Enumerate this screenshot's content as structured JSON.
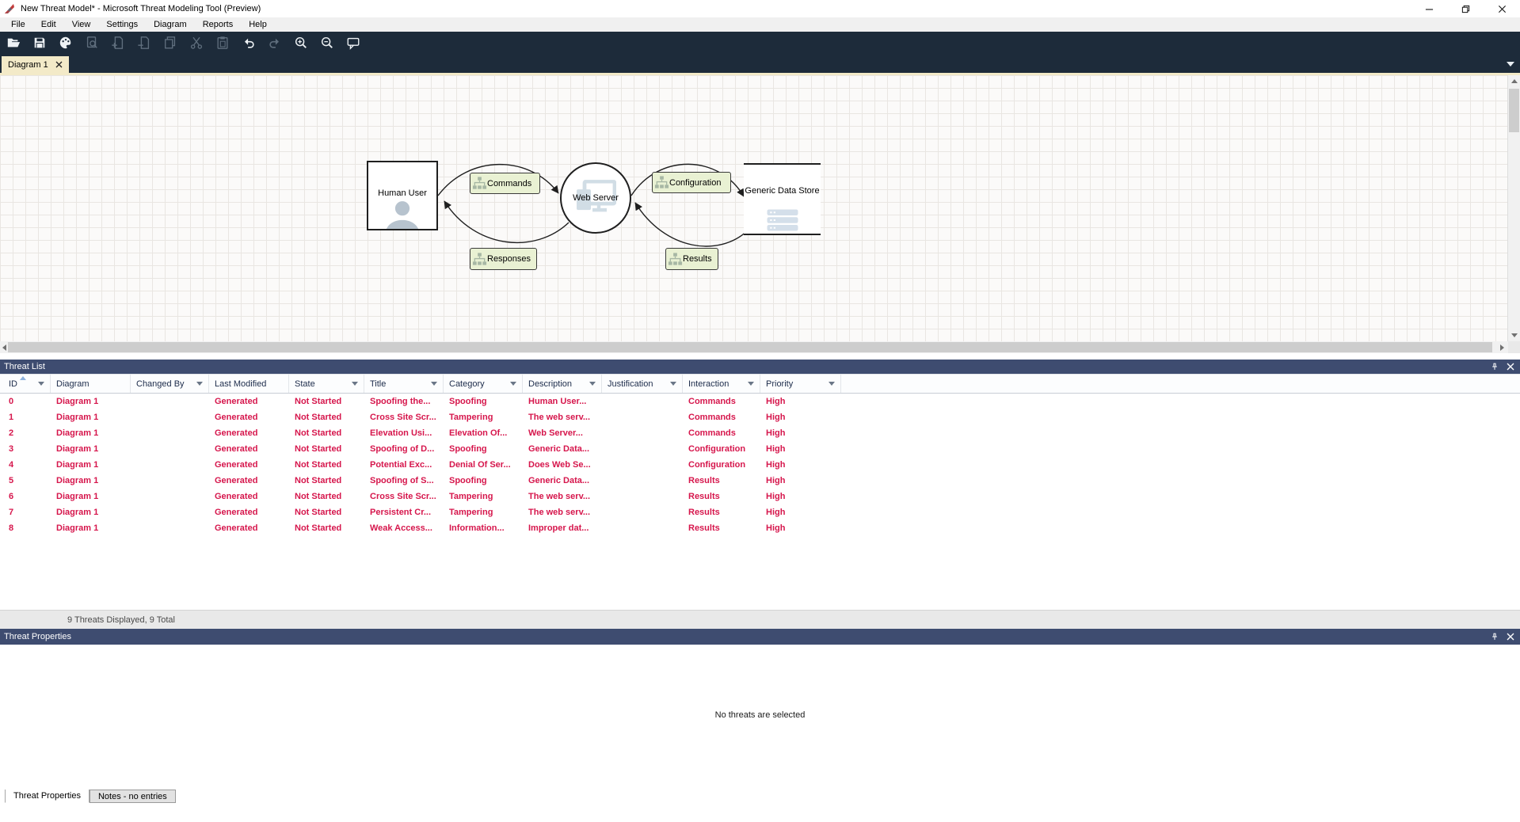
{
  "window": {
    "title": "New Threat Model* - Microsoft Threat Modeling Tool  (Preview)",
    "logo_icon": "threat-modeling-tool-logo"
  },
  "menu": {
    "items": [
      "File",
      "Edit",
      "View",
      "Settings",
      "Diagram",
      "Reports",
      "Help"
    ]
  },
  "toolbar": {
    "icons": [
      {
        "name": "open-icon",
        "enabled": true
      },
      {
        "name": "save-icon",
        "enabled": true
      },
      {
        "name": "stencils-icon",
        "enabled": true
      },
      {
        "name": "analysis-view-icon",
        "enabled": false
      },
      {
        "name": "add-diagram-icon",
        "enabled": false
      },
      {
        "name": "remove-diagram-icon",
        "enabled": false
      },
      {
        "name": "copy-icon",
        "enabled": false
      },
      {
        "name": "cut-icon",
        "enabled": false
      },
      {
        "name": "paste-icon",
        "enabled": false
      },
      {
        "name": "undo-icon",
        "enabled": true
      },
      {
        "name": "redo-icon",
        "enabled": false
      },
      {
        "name": "zoom-in-icon",
        "enabled": true
      },
      {
        "name": "zoom-out-icon",
        "enabled": true
      },
      {
        "name": "feedback-icon",
        "enabled": true
      }
    ]
  },
  "tabs": {
    "active_tab": "Diagram 1"
  },
  "diagram": {
    "nodes": [
      {
        "type": "external-interactor",
        "label": "Human User"
      },
      {
        "type": "process",
        "label": "Web Server"
      },
      {
        "type": "data-store",
        "label": "Generic Data Store"
      }
    ],
    "flows": [
      {
        "label": "Commands"
      },
      {
        "label": "Responses"
      },
      {
        "label": "Configuration"
      },
      {
        "label": "Results"
      }
    ]
  },
  "threat_list": {
    "title": "Threat List",
    "columns": [
      {
        "label": "ID",
        "filter": true,
        "sorted": "asc"
      },
      {
        "label": "Diagram",
        "filter": false
      },
      {
        "label": "Changed By",
        "filter": true
      },
      {
        "label": "Last Modified",
        "filter": false
      },
      {
        "label": "State",
        "filter": true
      },
      {
        "label": "Title",
        "filter": true
      },
      {
        "label": "Category",
        "filter": true
      },
      {
        "label": "Description",
        "filter": true
      },
      {
        "label": "Justification",
        "filter": true
      },
      {
        "label": "Interaction",
        "filter": true
      },
      {
        "label": "Priority",
        "filter": true
      }
    ],
    "rows": [
      {
        "id": "0",
        "diagram": "Diagram 1",
        "changed_by": "",
        "last_modified": "Generated",
        "state": "Not Started",
        "title": "Spoofing the...",
        "category": "Spoofing",
        "description": "Human User...",
        "justification": "",
        "interaction": "Commands",
        "priority": "High"
      },
      {
        "id": "1",
        "diagram": "Diagram 1",
        "changed_by": "",
        "last_modified": "Generated",
        "state": "Not Started",
        "title": "Cross Site Scr...",
        "category": "Tampering",
        "description": "The web serv...",
        "justification": "",
        "interaction": "Commands",
        "priority": "High"
      },
      {
        "id": "2",
        "diagram": "Diagram 1",
        "changed_by": "",
        "last_modified": "Generated",
        "state": "Not Started",
        "title": "Elevation Usi...",
        "category": "Elevation Of...",
        "description": "Web Server...",
        "justification": "",
        "interaction": "Commands",
        "priority": "High"
      },
      {
        "id": "3",
        "diagram": "Diagram 1",
        "changed_by": "",
        "last_modified": "Generated",
        "state": "Not Started",
        "title": "Spoofing of D...",
        "category": "Spoofing",
        "description": "Generic Data...",
        "justification": "",
        "interaction": "Configuration",
        "priority": "High"
      },
      {
        "id": "4",
        "diagram": "Diagram 1",
        "changed_by": "",
        "last_modified": "Generated",
        "state": "Not Started",
        "title": "Potential Exc...",
        "category": "Denial Of Ser...",
        "description": "Does Web Se...",
        "justification": "",
        "interaction": "Configuration",
        "priority": "High"
      },
      {
        "id": "5",
        "diagram": "Diagram 1",
        "changed_by": "",
        "last_modified": "Generated",
        "state": "Not Started",
        "title": "Spoofing of S...",
        "category": "Spoofing",
        "description": "Generic Data...",
        "justification": "",
        "interaction": "Results",
        "priority": "High"
      },
      {
        "id": "6",
        "diagram": "Diagram 1",
        "changed_by": "",
        "last_modified": "Generated",
        "state": "Not Started",
        "title": "Cross Site Scr...",
        "category": "Tampering",
        "description": "The web serv...",
        "justification": "",
        "interaction": "Results",
        "priority": "High"
      },
      {
        "id": "7",
        "diagram": "Diagram 1",
        "changed_by": "",
        "last_modified": "Generated",
        "state": "Not Started",
        "title": "Persistent Cr...",
        "category": "Tampering",
        "description": "The web serv...",
        "justification": "",
        "interaction": "Results",
        "priority": "High"
      },
      {
        "id": "8",
        "diagram": "Diagram 1",
        "changed_by": "",
        "last_modified": "Generated",
        "state": "Not Started",
        "title": "Weak Access...",
        "category": "Information...",
        "description": "Improper dat...",
        "justification": "",
        "interaction": "Results",
        "priority": "High"
      }
    ],
    "status": "9 Threats Displayed, 9 Total"
  },
  "threat_properties": {
    "title": "Threat Properties",
    "empty_message": "No threats are selected"
  },
  "bottom_tabs": {
    "active": "Threat Properties",
    "inactive": "Notes - no entries"
  },
  "colors": {
    "accent_red": "#d6164c",
    "panel_header": "#3e4c70",
    "toolbar_bg": "#1d2b3a",
    "active_tab_bg": "#f3eac8",
    "flow_label_bg": "#e9f1d3"
  }
}
